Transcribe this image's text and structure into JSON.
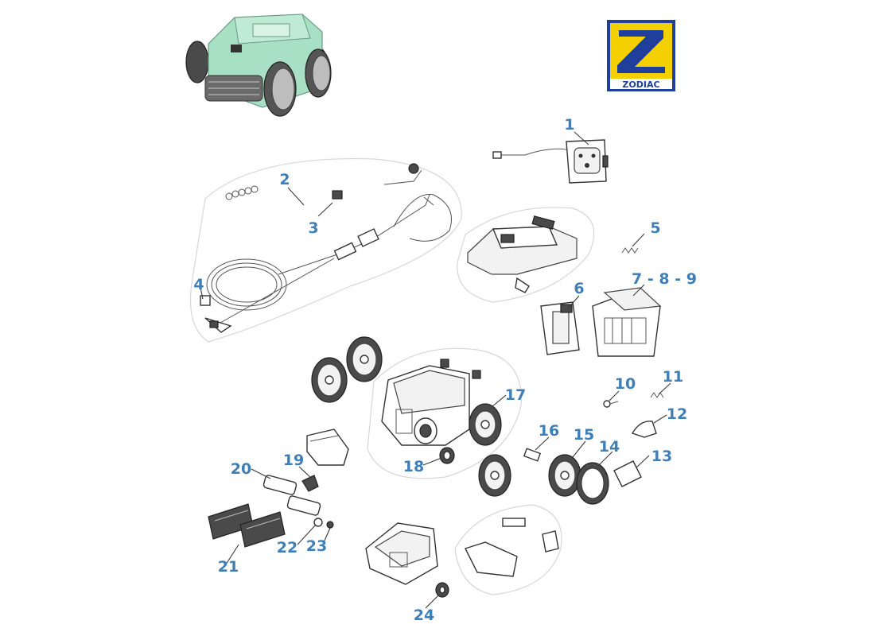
{
  "brand": {
    "name": "ZODIAC",
    "colors": {
      "yellow": "#f5d000",
      "blue": "#1f3f9a"
    }
  },
  "colors": {
    "callout": "#3f7fb8",
    "robot_body": "#a8e0c4",
    "outline": "#333333"
  },
  "callouts": [
    {
      "id": "1",
      "label": "1"
    },
    {
      "id": "2",
      "label": "2"
    },
    {
      "id": "3",
      "label": "3"
    },
    {
      "id": "4",
      "label": "4"
    },
    {
      "id": "5",
      "label": "5"
    },
    {
      "id": "6",
      "label": "6"
    },
    {
      "id": "789",
      "label": "7 - 8 - 9"
    },
    {
      "id": "10",
      "label": "10"
    },
    {
      "id": "11",
      "label": "11"
    },
    {
      "id": "12",
      "label": "12"
    },
    {
      "id": "13",
      "label": "13"
    },
    {
      "id": "14",
      "label": "14"
    },
    {
      "id": "15",
      "label": "15"
    },
    {
      "id": "16",
      "label": "16"
    },
    {
      "id": "17",
      "label": "17"
    },
    {
      "id": "18",
      "label": "18"
    },
    {
      "id": "19",
      "label": "19"
    },
    {
      "id": "20",
      "label": "20"
    },
    {
      "id": "21",
      "label": "21"
    },
    {
      "id": "22",
      "label": "22"
    },
    {
      "id": "23",
      "label": "23"
    },
    {
      "id": "24",
      "label": "24"
    }
  ]
}
